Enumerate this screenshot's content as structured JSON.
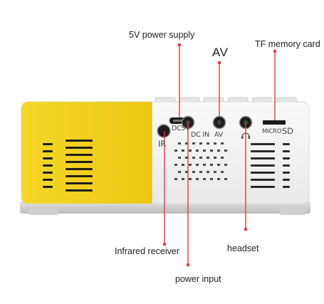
{
  "callouts": {
    "power_supply": "5V power supply",
    "av": "AV",
    "tf_card": "TF memory card",
    "infrared": "Infrared receiver",
    "headset": "headset",
    "power_input": "power input"
  },
  "port_labels": {
    "dc5v": "DC5V",
    "ir": "IR",
    "dc_in": "DC IN",
    "av": "AV",
    "micro": "MICRO",
    "sd": "SD"
  },
  "colors": {
    "body_yellow": "#f2d21e",
    "body_white": "#f4f4f4",
    "leader": "#e23b3b",
    "port_dark": "#2a2a2a"
  }
}
